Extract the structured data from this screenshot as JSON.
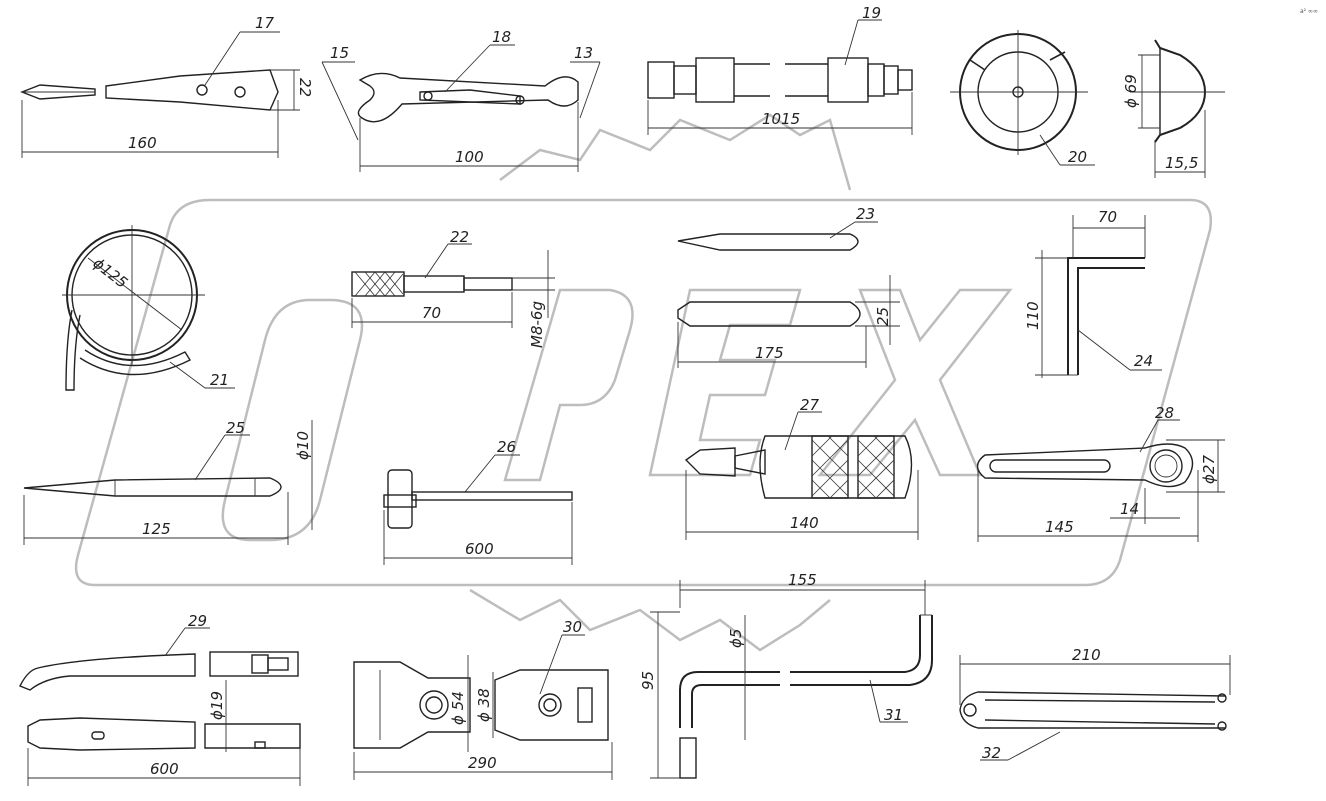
{
  "corner_mark": "a² ∞∞",
  "watermark": "OPEX",
  "parts": {
    "p17": {
      "callout": "17",
      "length": "160",
      "height": "22"
    },
    "p18": {
      "callout": "18",
      "jaw_a": "15",
      "jaw_b": "13",
      "length": "100"
    },
    "p19": {
      "callout": "19",
      "length": "1015"
    },
    "p20": {
      "callout": "20",
      "diameter": "ϕ 69",
      "depth": "15,5"
    },
    "p21": {
      "callout": "21",
      "diameter": "ϕ125"
    },
    "p22": {
      "callout": "22",
      "length": "70",
      "thread": "M8-6g"
    },
    "p23": {
      "callout": "23",
      "length": "175",
      "height": "25"
    },
    "p24": {
      "callout": "24",
      "width": "70",
      "height": "110"
    },
    "p25": {
      "callout": "25",
      "diameter": "ϕ10",
      "length": "125"
    },
    "p26": {
      "callout": "26",
      "length": "600"
    },
    "p27": {
      "callout": "27",
      "length": "140"
    },
    "p28": {
      "callout": "28",
      "diameter": "ϕ27",
      "length": "145",
      "offset": "14"
    },
    "p29": {
      "callout": "29",
      "diameter": "ϕ19",
      "length": "600"
    },
    "p30": {
      "callout": "30",
      "d1": "ϕ 54",
      "d2": "ϕ 38",
      "length": "290"
    },
    "p31": {
      "callout": "31",
      "diameter": "ϕ5",
      "length": "155",
      "height": "95"
    },
    "p32": {
      "callout": "32",
      "length": "210"
    }
  }
}
